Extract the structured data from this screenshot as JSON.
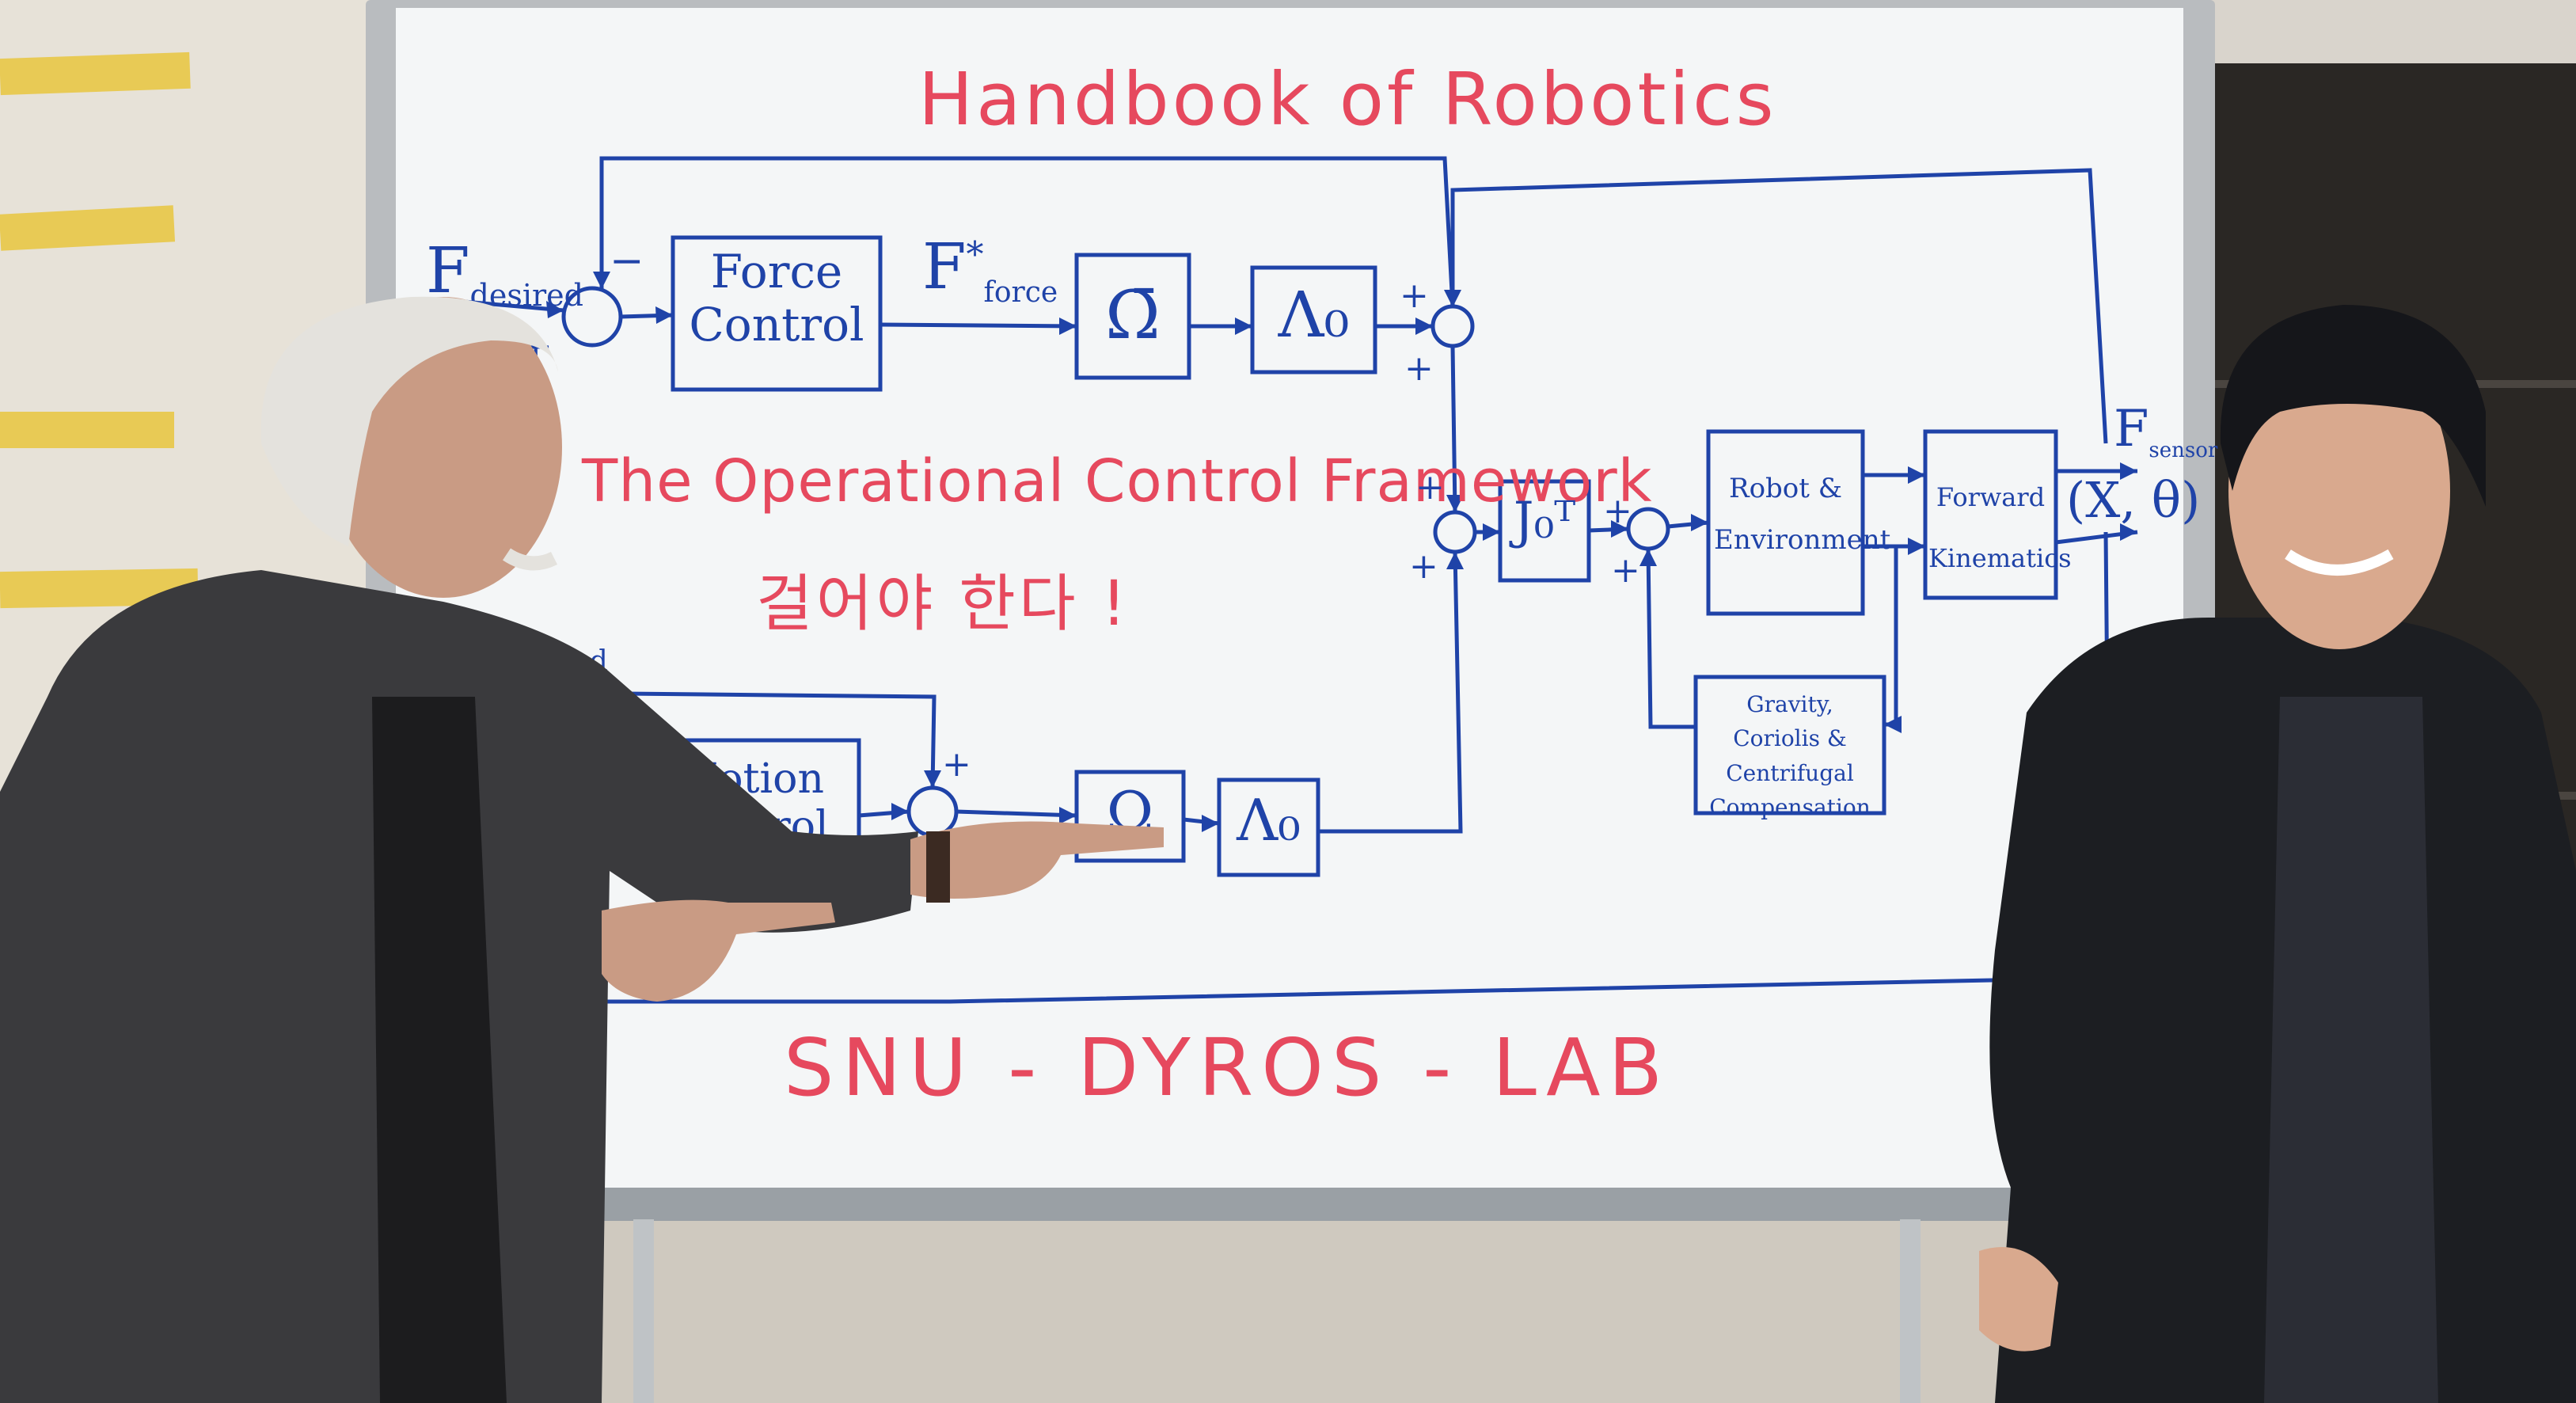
{
  "board": {
    "title": "Handbook of Robotics",
    "subtitle": "The Operational Control Framework",
    "korean_note": "걸어야 한다 !",
    "footer": "SNU - DYROS - LAB"
  },
  "diagram": {
    "input_force": "F",
    "input_force_sub": "desired",
    "input_motion_sub": "esired",
    "force_star": "F",
    "force_star_sup": "*",
    "force_star_sub": "force",
    "sensor_label": "F",
    "sensor_sub": "sensor",
    "state_label": "(X, θ)",
    "plus": "+",
    "minus": "−",
    "blocks": {
      "force_control": "Force Control",
      "omega_top": "Ω̄",
      "lambda_top": "Λ₀",
      "jacobian": "J₀ᵀ",
      "robot_env": "Robot & Environment",
      "forward_kin": "Forward Kinematics",
      "gravity_comp": "Gravity, Coriolis & Centrifugal Compensation",
      "motion_control": "Motion Control",
      "omega_bottom": "Ω",
      "lambda_bottom": "Λ₀"
    }
  },
  "colors": {
    "board": "#f4f6f7",
    "marker_red": "#e6495e",
    "marker_blue": "#1f43a8"
  }
}
